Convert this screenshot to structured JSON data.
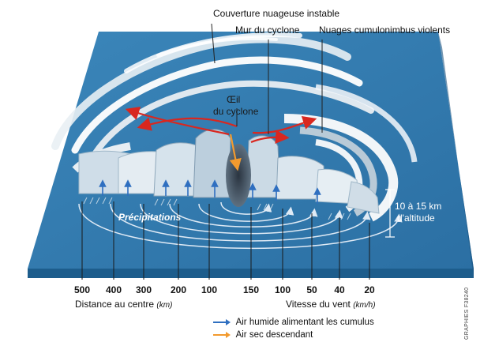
{
  "labels": {
    "cover": "Couverture nuageuse instable",
    "wall": "Mur du cyclone",
    "cumulonimbus": "Nuages cumulonimbus violents",
    "eye_line1": "Œil",
    "eye_line2": "du cyclone",
    "precip": "Précipitations",
    "altitude_line1": "10 à 15 km",
    "altitude_line2": "d'altitude"
  },
  "distance_axis": {
    "ticks": [
      "500",
      "400",
      "300",
      "200",
      "100"
    ],
    "label": "Distance au centre",
    "unit": "(km)"
  },
  "wind_axis": {
    "ticks": [
      "150",
      "100",
      "50",
      "40",
      "20"
    ],
    "label": "Vitesse du vent",
    "unit": "(km/h)"
  },
  "legend": [
    {
      "text": "Air humide alimentant les cumulus",
      "color": "#2f6fc0"
    },
    {
      "text": "Air sec descendant",
      "color": "#f29a2e"
    }
  ],
  "credit": "GRAPHIES F38240",
  "colors": {
    "sea_top": "#2f7ab0",
    "sea_side": "#1d5d8c",
    "cloud": "#f4f7fa",
    "cloud_shadow": "#9fb7c8",
    "eye_arrow": "#d9271f",
    "ring_arrow": "#dfeaf5"
  }
}
